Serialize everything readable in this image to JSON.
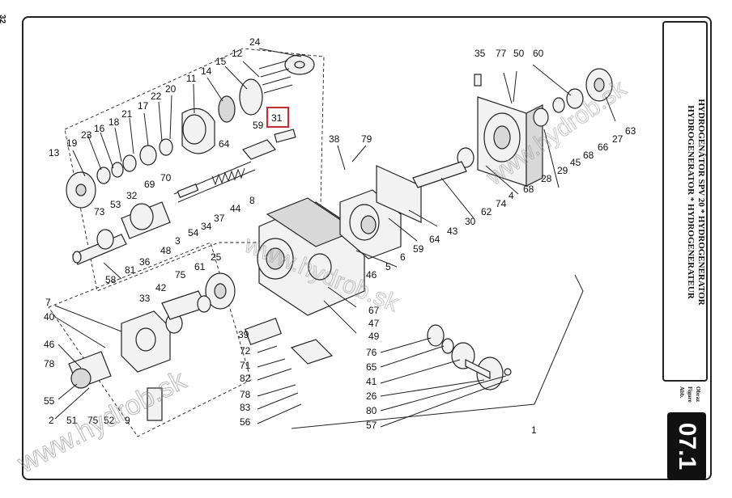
{
  "page_number": "32",
  "title_lines": [
    "HYDROGENÁTOR SPV 20 * HYDROGENERATOR",
    "HYDROGENERATOR * HYDROGENERATEUR"
  ],
  "figure_label_lines": [
    "Obraz",
    "Figure",
    "Abb."
  ],
  "figure_number": "07.1",
  "watermark": "www.hydrob.sk",
  "highlighted_callout": "31",
  "callouts": [
    "24",
    "12",
    "15",
    "14",
    "11",
    "20",
    "22",
    "17",
    "21",
    "18",
    "16",
    "23",
    "19",
    "13",
    "31",
    "59",
    "64",
    "8",
    "38",
    "79",
    "35",
    "77",
    "50",
    "60",
    "29",
    "45",
    "68",
    "66",
    "27",
    "63",
    "28",
    "68",
    "74",
    "62",
    "30",
    "4",
    "43",
    "64",
    "59",
    "6",
    "5",
    "46",
    "67",
    "47",
    "49",
    "44",
    "37",
    "34",
    "54",
    "3",
    "48",
    "36",
    "81",
    "58",
    "73",
    "53",
    "32",
    "69",
    "70",
    "2",
    "51",
    "75",
    "52",
    "9",
    "55",
    "78",
    "46",
    "40",
    "7",
    "42",
    "33",
    "75",
    "61",
    "25",
    "39",
    "72",
    "71",
    "82",
    "78",
    "83",
    "56",
    "76",
    "65",
    "41",
    "26",
    "80",
    "57",
    "1"
  ]
}
